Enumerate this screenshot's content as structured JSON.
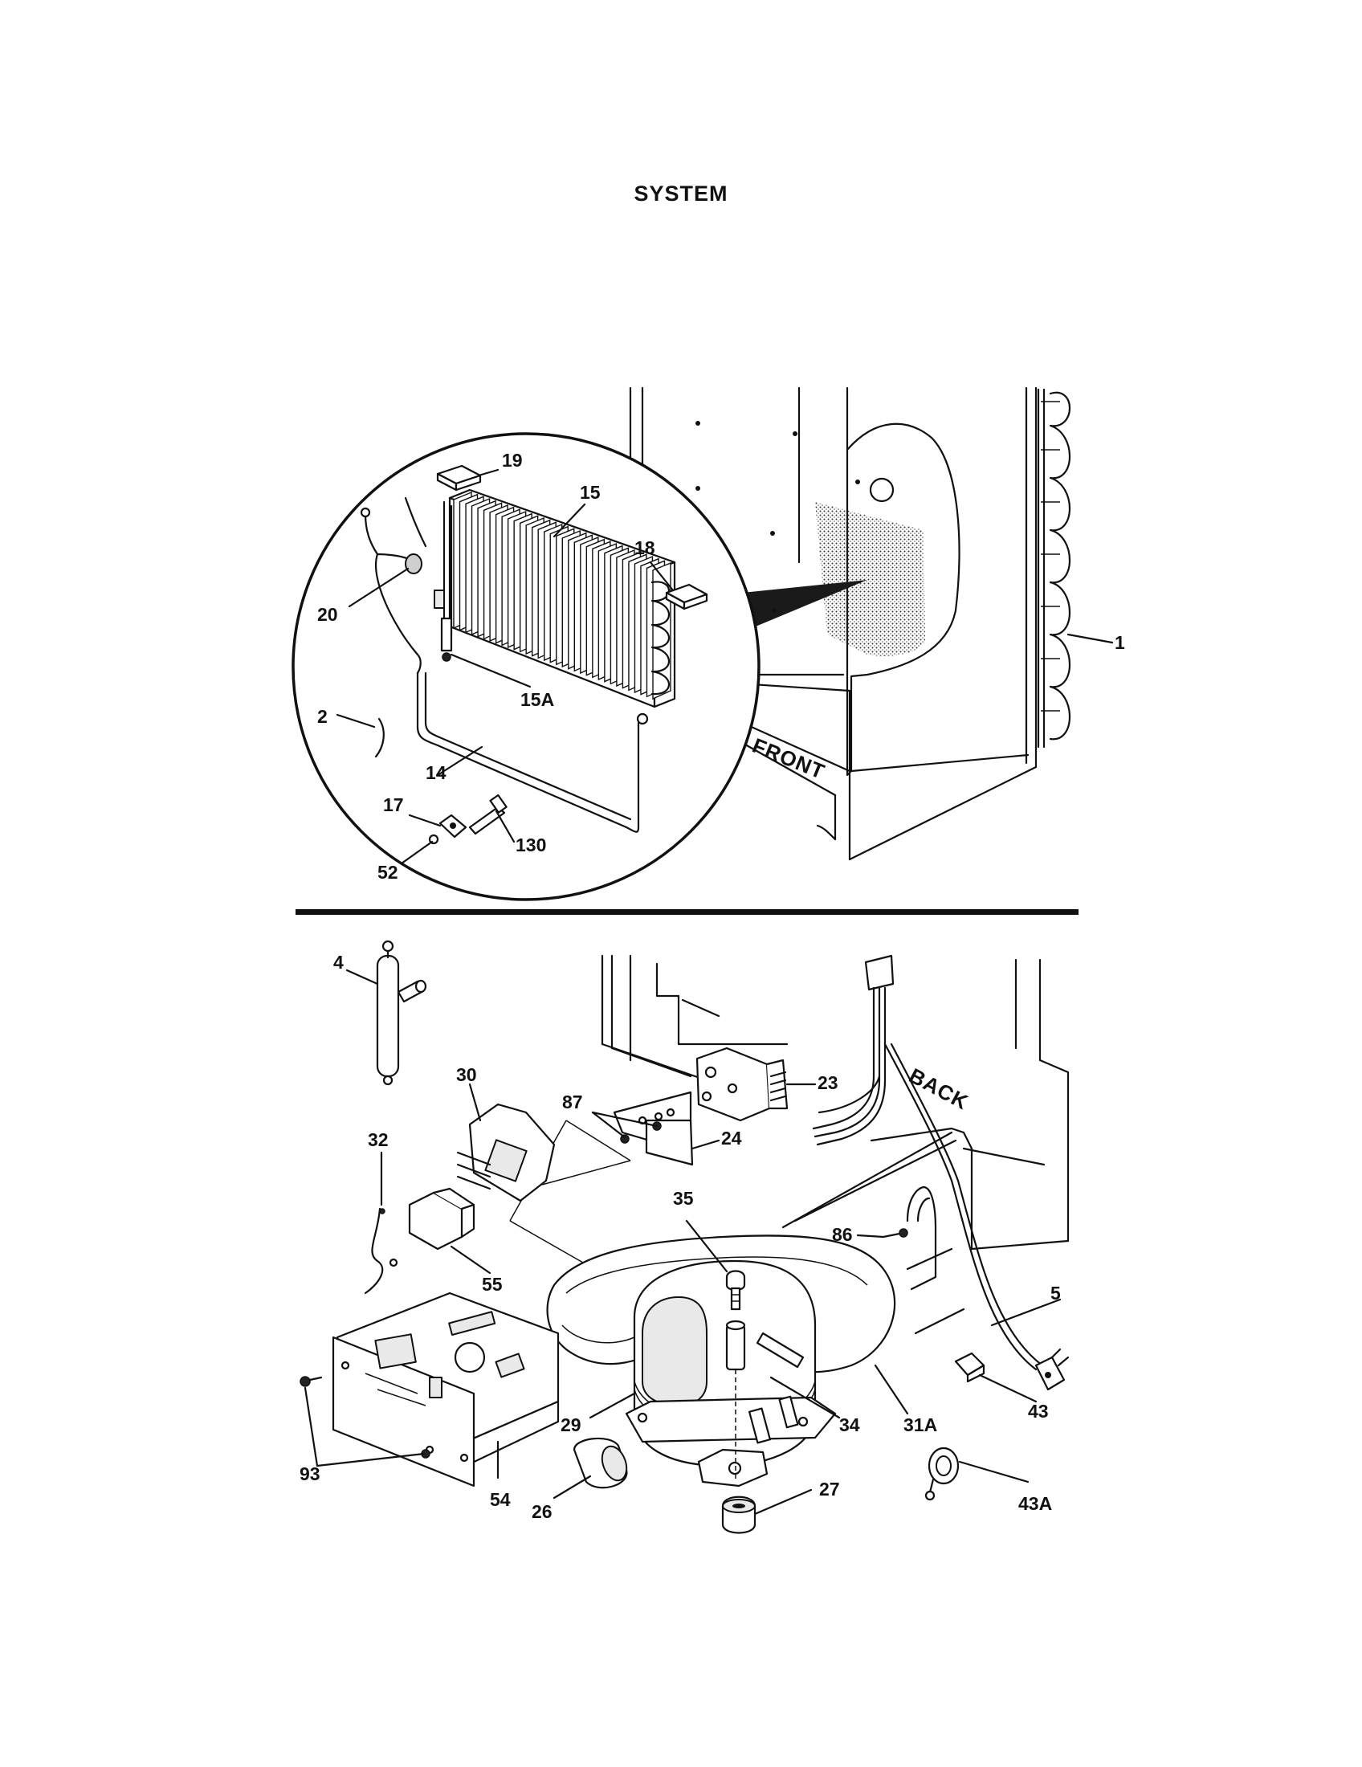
{
  "title": "SYSTEM",
  "labels": {
    "front": "FRONT",
    "back": "BACK"
  },
  "callouts": {
    "p1": "1",
    "p2": "2",
    "p14": "14",
    "p15": "15",
    "p15a": "15A",
    "p17": "17",
    "p18": "18",
    "p19": "19",
    "p20": "20",
    "p52": "52",
    "p130": "130",
    "p4": "4",
    "p5": "5",
    "p23": "23",
    "p24": "24",
    "p26": "26",
    "p27": "27",
    "p29": "29",
    "p30": "30",
    "p31a": "31A",
    "p32": "32",
    "p34": "34",
    "p35": "35",
    "p43": "43",
    "p43a": "43A",
    "p54": "54",
    "p55": "55",
    "p86": "86",
    "p87": "87",
    "p93": "93"
  }
}
